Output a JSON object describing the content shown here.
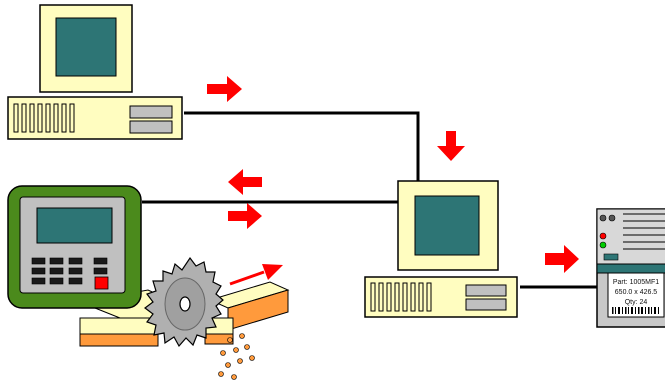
{
  "label": {
    "line1": "Part: 1005MF1",
    "line2": "650.0 x 426.5",
    "line3": "Qty: 24"
  },
  "colors": {
    "monitor_case": "#fffdc0",
    "monitor_screen": "#2d7575",
    "cpu_case": "#fffdc0",
    "drive_bay": "#c0c0c0",
    "arrow": "#ff0000",
    "controller_body": "#4b8a1c",
    "controller_face": "#c0c0c0",
    "controller_screen": "#2d7575",
    "key_dark": "#1a1a1a",
    "key_red": "#ff0000",
    "wood_top": "#fffdc0",
    "wood_side": "#ff9a3c",
    "saw_blade": "#b0b0b0",
    "sawdust": "#ff9a3c",
    "printer_body": "#c8c8c8",
    "printer_led_red": "#ff0000",
    "printer_led_green": "#00cc00",
    "printer_stripe": "#2d7575",
    "cable": "#000000"
  },
  "icons": [
    "computer-workstation-icon",
    "cnc-controller-icon",
    "circular-saw-icon",
    "wood-board-icon",
    "label-printer-icon",
    "flow-arrow-icon"
  ]
}
